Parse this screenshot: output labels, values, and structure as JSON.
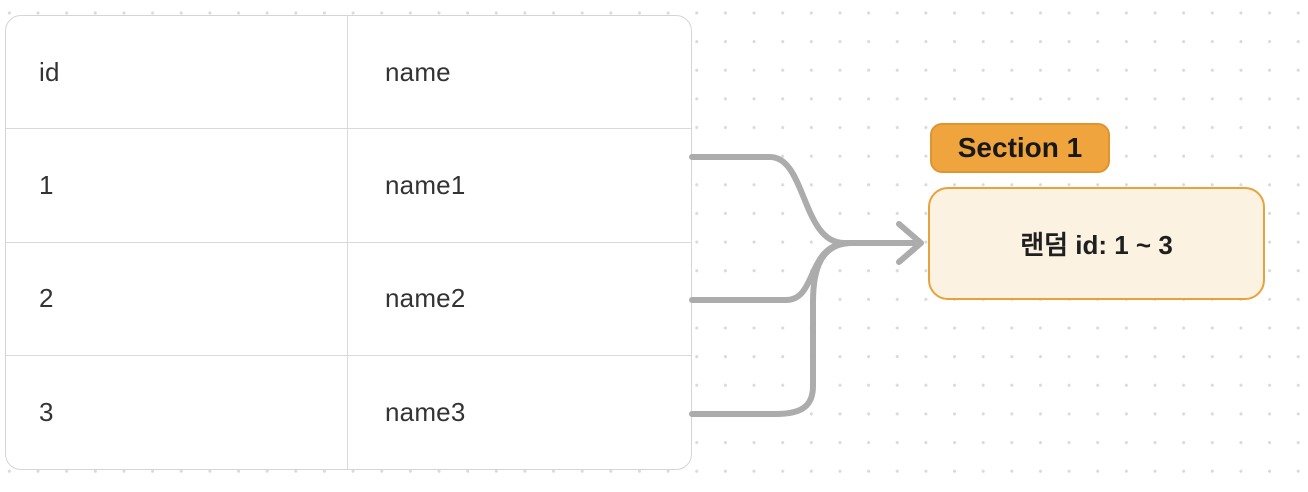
{
  "colors": {
    "background": "#ffffff",
    "dot": "#dadada",
    "table_border": "#d5d5d5",
    "table_inner_border": "#d9d9d9",
    "table_text": "#333333",
    "edge": "#acacac",
    "badge_fill": "#efa43e",
    "badge_border": "#de9430",
    "badge_text": "#181818",
    "box_fill": "#fcf2e2",
    "box_border": "#e9a23b",
    "box_text": "#1f1f1f"
  },
  "table": {
    "columns": [
      "id",
      "name"
    ],
    "rows": [
      [
        "1",
        "name1"
      ],
      [
        "2",
        "name2"
      ],
      [
        "3",
        "name3"
      ]
    ]
  },
  "section": {
    "badge_label": "Section 1",
    "box_label": "랜덤 id: 1 ~ 3"
  },
  "icons": {
    "arrowhead": "chevron-right"
  }
}
